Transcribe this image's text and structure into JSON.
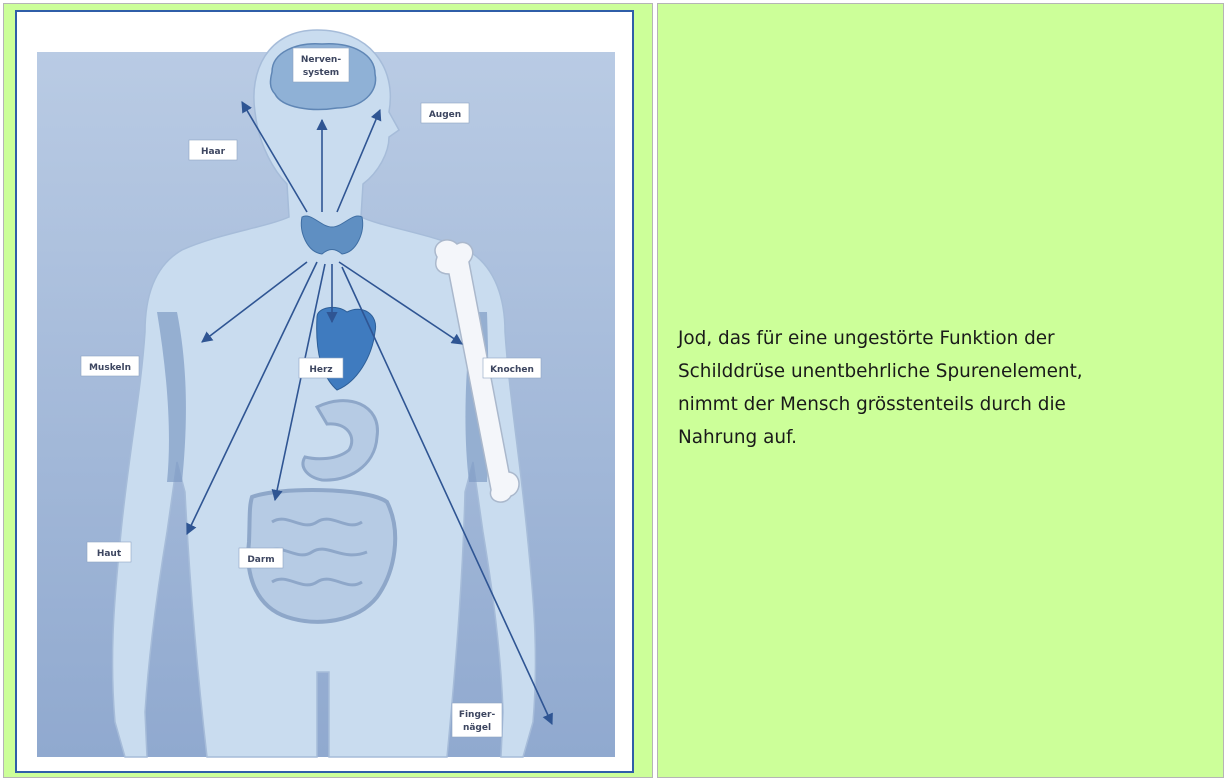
{
  "figure": {
    "labels": {
      "nervous_system_line1": "Nerven-",
      "nervous_system_line2": "system",
      "eyes": "Augen",
      "hair": "Haar",
      "muscles": "Muskeln",
      "heart": "Herz",
      "bones": "Knochen",
      "skin": "Haut",
      "intestine": "Darm",
      "nails_line1": "Finger-",
      "nails_line2": "nägel"
    },
    "colors": {
      "background_blue": "#9fb6d6",
      "body_fill": "#c9dcef",
      "organ_blue": "#6d9cc9",
      "arrow": "#2f5593"
    }
  },
  "text": {
    "paragraph": "Jod, das für eine ungestörte Funktion der\nSchilddrüse unentbehrliche Spurenelement,\nnimmt der Mensch grösstenteils durch die\nNahrung auf."
  },
  "colors": {
    "cell_background": "#ccff99",
    "frame_border": "#2f5ea8"
  }
}
